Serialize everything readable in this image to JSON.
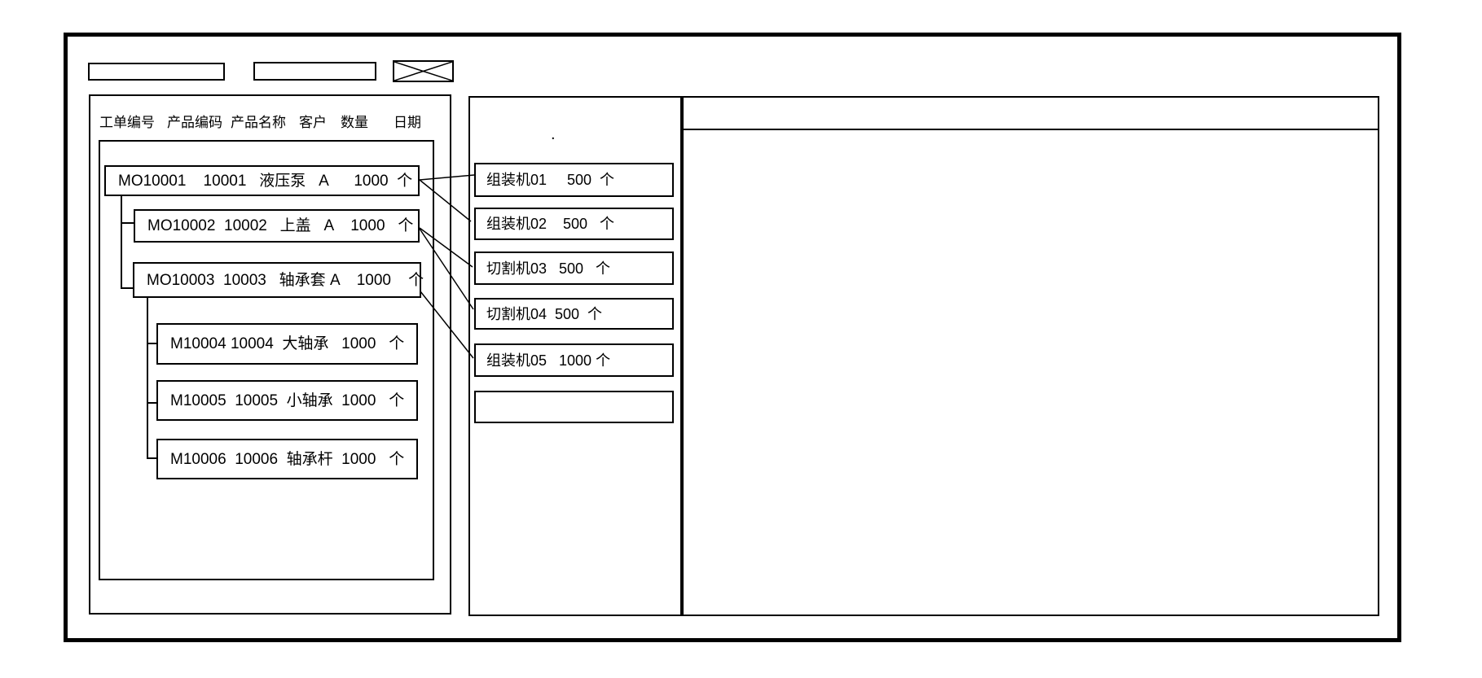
{
  "window": {
    "toolbar": {
      "field1_value": "",
      "field2_value": ""
    },
    "order_panel": {
      "columns": [
        "工单编号",
        "产品编码",
        "产品名称",
        "客户",
        "数量",
        "日期"
      ],
      "orders": [
        {
          "order_no": "MO10001",
          "product_code": "10001",
          "product_name": "液压泵",
          "customer": "A",
          "qty": 1000,
          "unit": "个",
          "level": 0,
          "text": "MO10001    10001   液压泵   A      1000  个"
        },
        {
          "order_no": "MO10002",
          "product_code": "10002",
          "product_name": "上盖",
          "customer": "A",
          "qty": 1000,
          "unit": "个",
          "level": 1,
          "text": "MO10002  10002   上盖   A    1000   个"
        },
        {
          "order_no": "MO10003",
          "product_code": "10003",
          "product_name": "轴承套",
          "customer": "A",
          "qty": 1000,
          "unit": "个",
          "level": 1,
          "text": "MO10003  10003   轴承套 A    1000    个"
        },
        {
          "order_no": "M10004",
          "product_code": "10004",
          "product_name": "大轴承",
          "customer": "",
          "qty": 1000,
          "unit": "个",
          "level": 2,
          "text": "M10004 10004  大轴承   1000   个"
        },
        {
          "order_no": "M10005",
          "product_code": "10005",
          "product_name": "小轴承",
          "customer": "",
          "qty": 1000,
          "unit": "个",
          "level": 2,
          "text": "M10005  10005  小轴承  1000   个"
        },
        {
          "order_no": "M10006",
          "product_code": "10006",
          "product_name": "轴承杆",
          "customer": "",
          "qty": 1000,
          "unit": "个",
          "level": 2,
          "text": "M10006  10006  轴承杆  1000   个"
        }
      ]
    },
    "machine_panel": {
      "header_dot": ".",
      "machines": [
        {
          "machine": "组装机01",
          "qty": 500,
          "unit": "个",
          "text": "组装机01     500  个"
        },
        {
          "machine": "组装机02",
          "qty": 500,
          "unit": "个",
          "text": "组装机02    500   个"
        },
        {
          "machine": "切割机03",
          "qty": 500,
          "unit": "个",
          "text": "切割机03   500   个"
        },
        {
          "machine": "切割机04",
          "qty": 500,
          "unit": "个",
          "text": "切割机04  500  个"
        },
        {
          "machine": "组装机05",
          "qty": 1000,
          "unit": "个",
          "text": "组装机05   1000 个"
        },
        {
          "machine": "",
          "qty": null,
          "unit": "",
          "text": ""
        }
      ]
    },
    "connections": [
      {
        "from": "MO10001",
        "to": "组装机01"
      },
      {
        "from": "MO10001",
        "to": "组装机02"
      },
      {
        "from": "MO10002",
        "to": "切割机03"
      },
      {
        "from": "MO10002",
        "to": "切割机04"
      },
      {
        "from": "MO10003",
        "to": "组装机05"
      }
    ]
  }
}
